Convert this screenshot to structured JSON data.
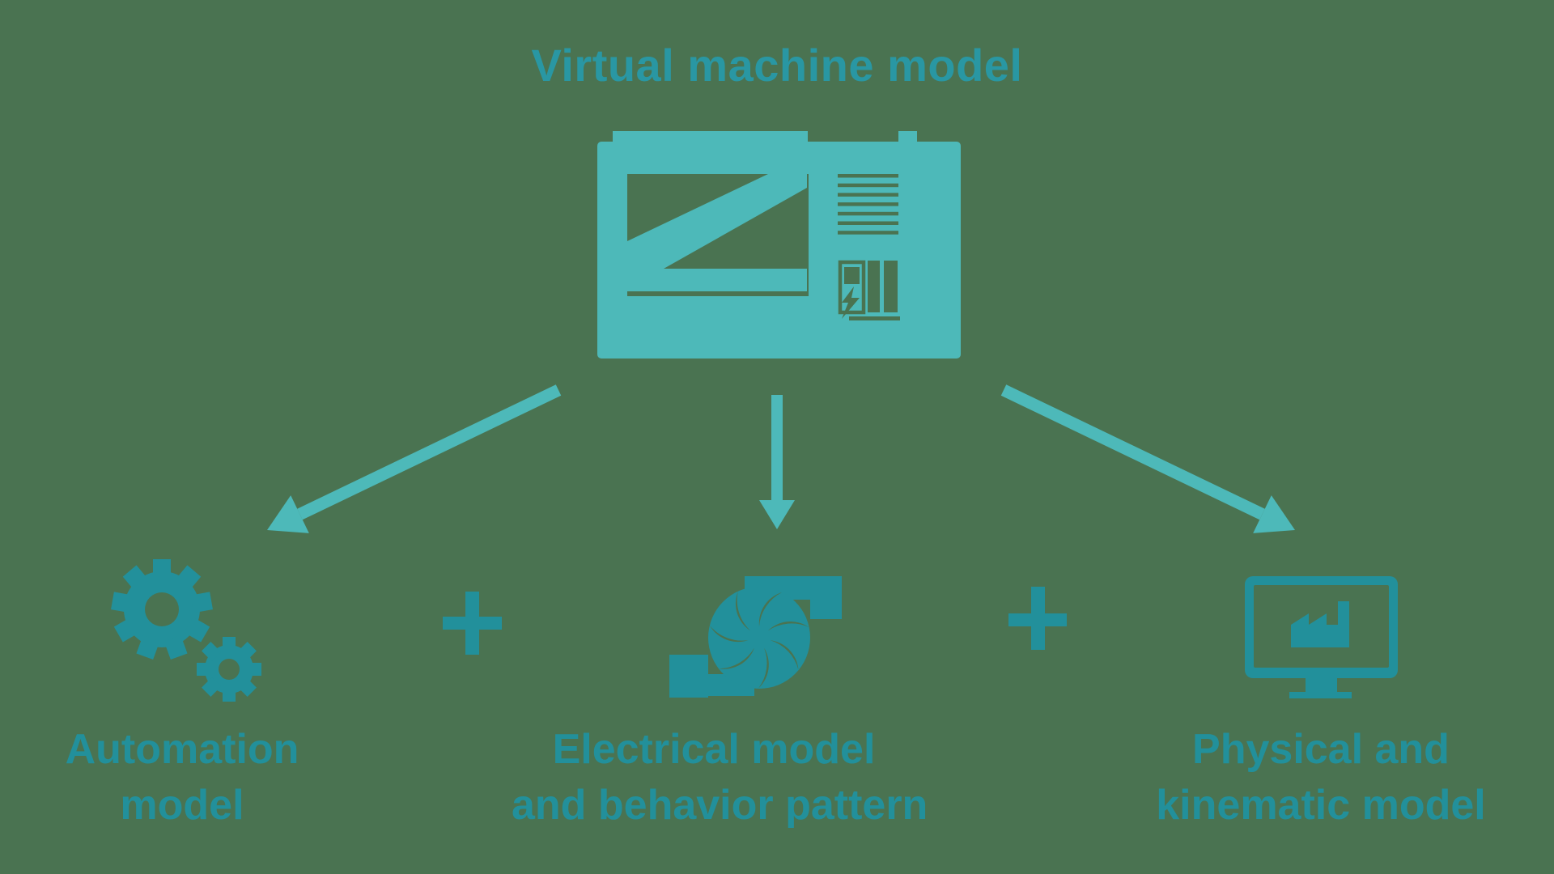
{
  "colors": {
    "background": "#4A7351",
    "light_teal_machine_arrows": "#4DB9B9",
    "dark_teal_icons_text": "#22909B",
    "title_teal": "#2997A3"
  },
  "header": {
    "title": "Virtual machine model"
  },
  "root": {
    "icon": "cnc-machine-icon"
  },
  "arrows": [
    {
      "direction": "down-left"
    },
    {
      "direction": "down"
    },
    {
      "direction": "down-right"
    }
  ],
  "branches": [
    {
      "icon": "gears-icon",
      "label_line1": "Automation",
      "label_line2": "model"
    },
    {
      "icon": "motor-fan-icon",
      "label_line1": "Electrical model",
      "label_line2": "and behavior pattern"
    },
    {
      "icon": "monitor-factory-icon",
      "label_line1": "Physical and",
      "label_line2": "kinematic model"
    }
  ],
  "operators": [
    {
      "symbol": "+"
    },
    {
      "symbol": "+"
    }
  ]
}
